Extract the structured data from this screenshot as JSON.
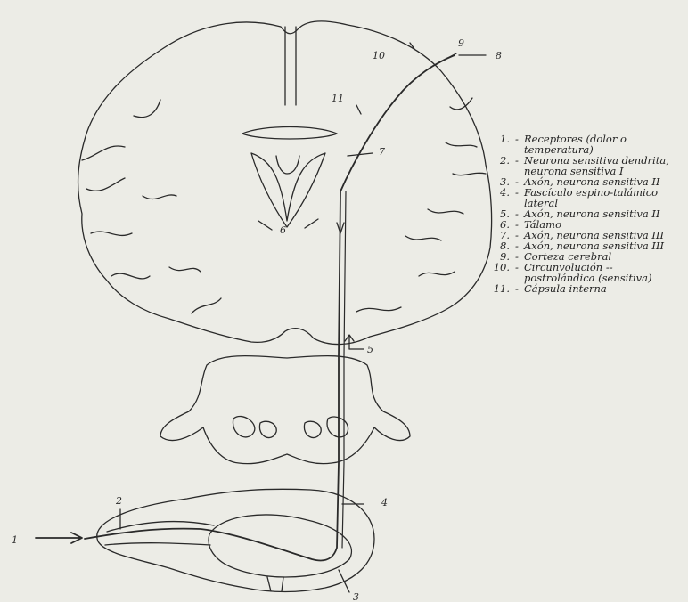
{
  "callouts": [
    "1",
    "2",
    "3",
    "4",
    "5",
    "6",
    "7",
    "8",
    "9",
    "10",
    "11"
  ],
  "legend": [
    {
      "n": "1.",
      "text": "Receptores (dolor o temperatura)"
    },
    {
      "n": "2.",
      "text": "Neurona sensitiva dendrita, neurona sensitiva I"
    },
    {
      "n": "3.",
      "text": "Axón, neurona sensitiva II"
    },
    {
      "n": "4.",
      "text": "Fascículo espino-talámico lateral"
    },
    {
      "n": "5.",
      "text": "Axón, neurona sensitiva II"
    },
    {
      "n": "6.",
      "text": "Tálamo"
    },
    {
      "n": "7.",
      "text": "Axón, neurona sensitiva III"
    },
    {
      "n": "8.",
      "text": "Axón, neurona sensitiva III"
    },
    {
      "n": "9.",
      "text": "Corteza cerebral"
    },
    {
      "n": "10.",
      "text": "Circunvolución -- postrolándica (sensitiva)"
    },
    {
      "n": "11.",
      "text": "Cápsula interna"
    }
  ],
  "colors": {
    "paper": "#ecece6",
    "ink": "#2a2a2a"
  }
}
